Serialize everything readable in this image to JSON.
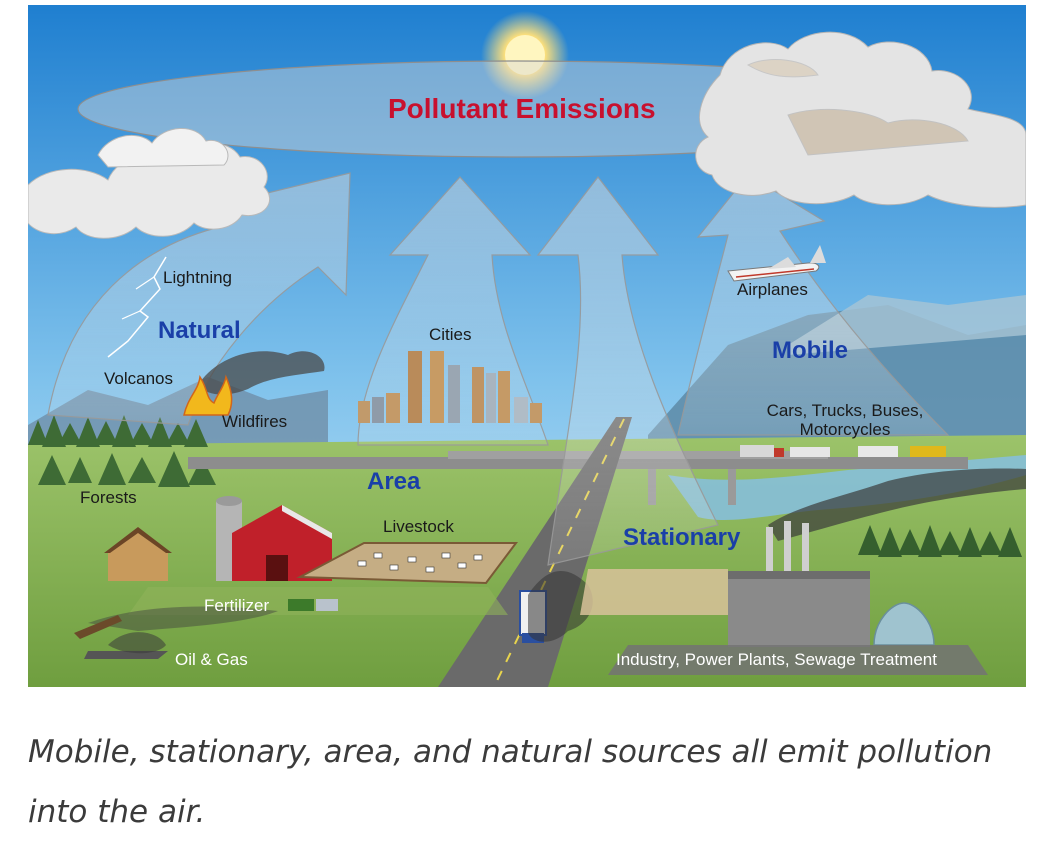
{
  "diagram": {
    "title": "Pollutant Emissions",
    "categories": {
      "natural": "Natural",
      "area": "Area",
      "mobile": "Mobile",
      "stationary": "Stationary"
    },
    "sources": {
      "lightning": "Lightning",
      "volcanos": "Volcanos",
      "wildfires": "Wildfires",
      "forests": "Forests",
      "oil_gas": "Oil & Gas",
      "fertilizer": "Fertilizer",
      "livestock": "Livestock",
      "cities": "Cities",
      "airplanes": "Airplanes",
      "vehicles_line1": "Cars, Trucks, Buses,",
      "vehicles_line2": "Motorcycles",
      "industry": "Industry, Power Plants, Sewage Treatment"
    },
    "colors": {
      "title": "#c8102e",
      "category": "#1a3fa8",
      "sky_top": "#1f7fd0",
      "sky_bottom": "#bfe3f5",
      "grass": "#7fae4c"
    }
  },
  "caption": "Mobile, stationary, area, and natural sources all emit pollution into the air."
}
